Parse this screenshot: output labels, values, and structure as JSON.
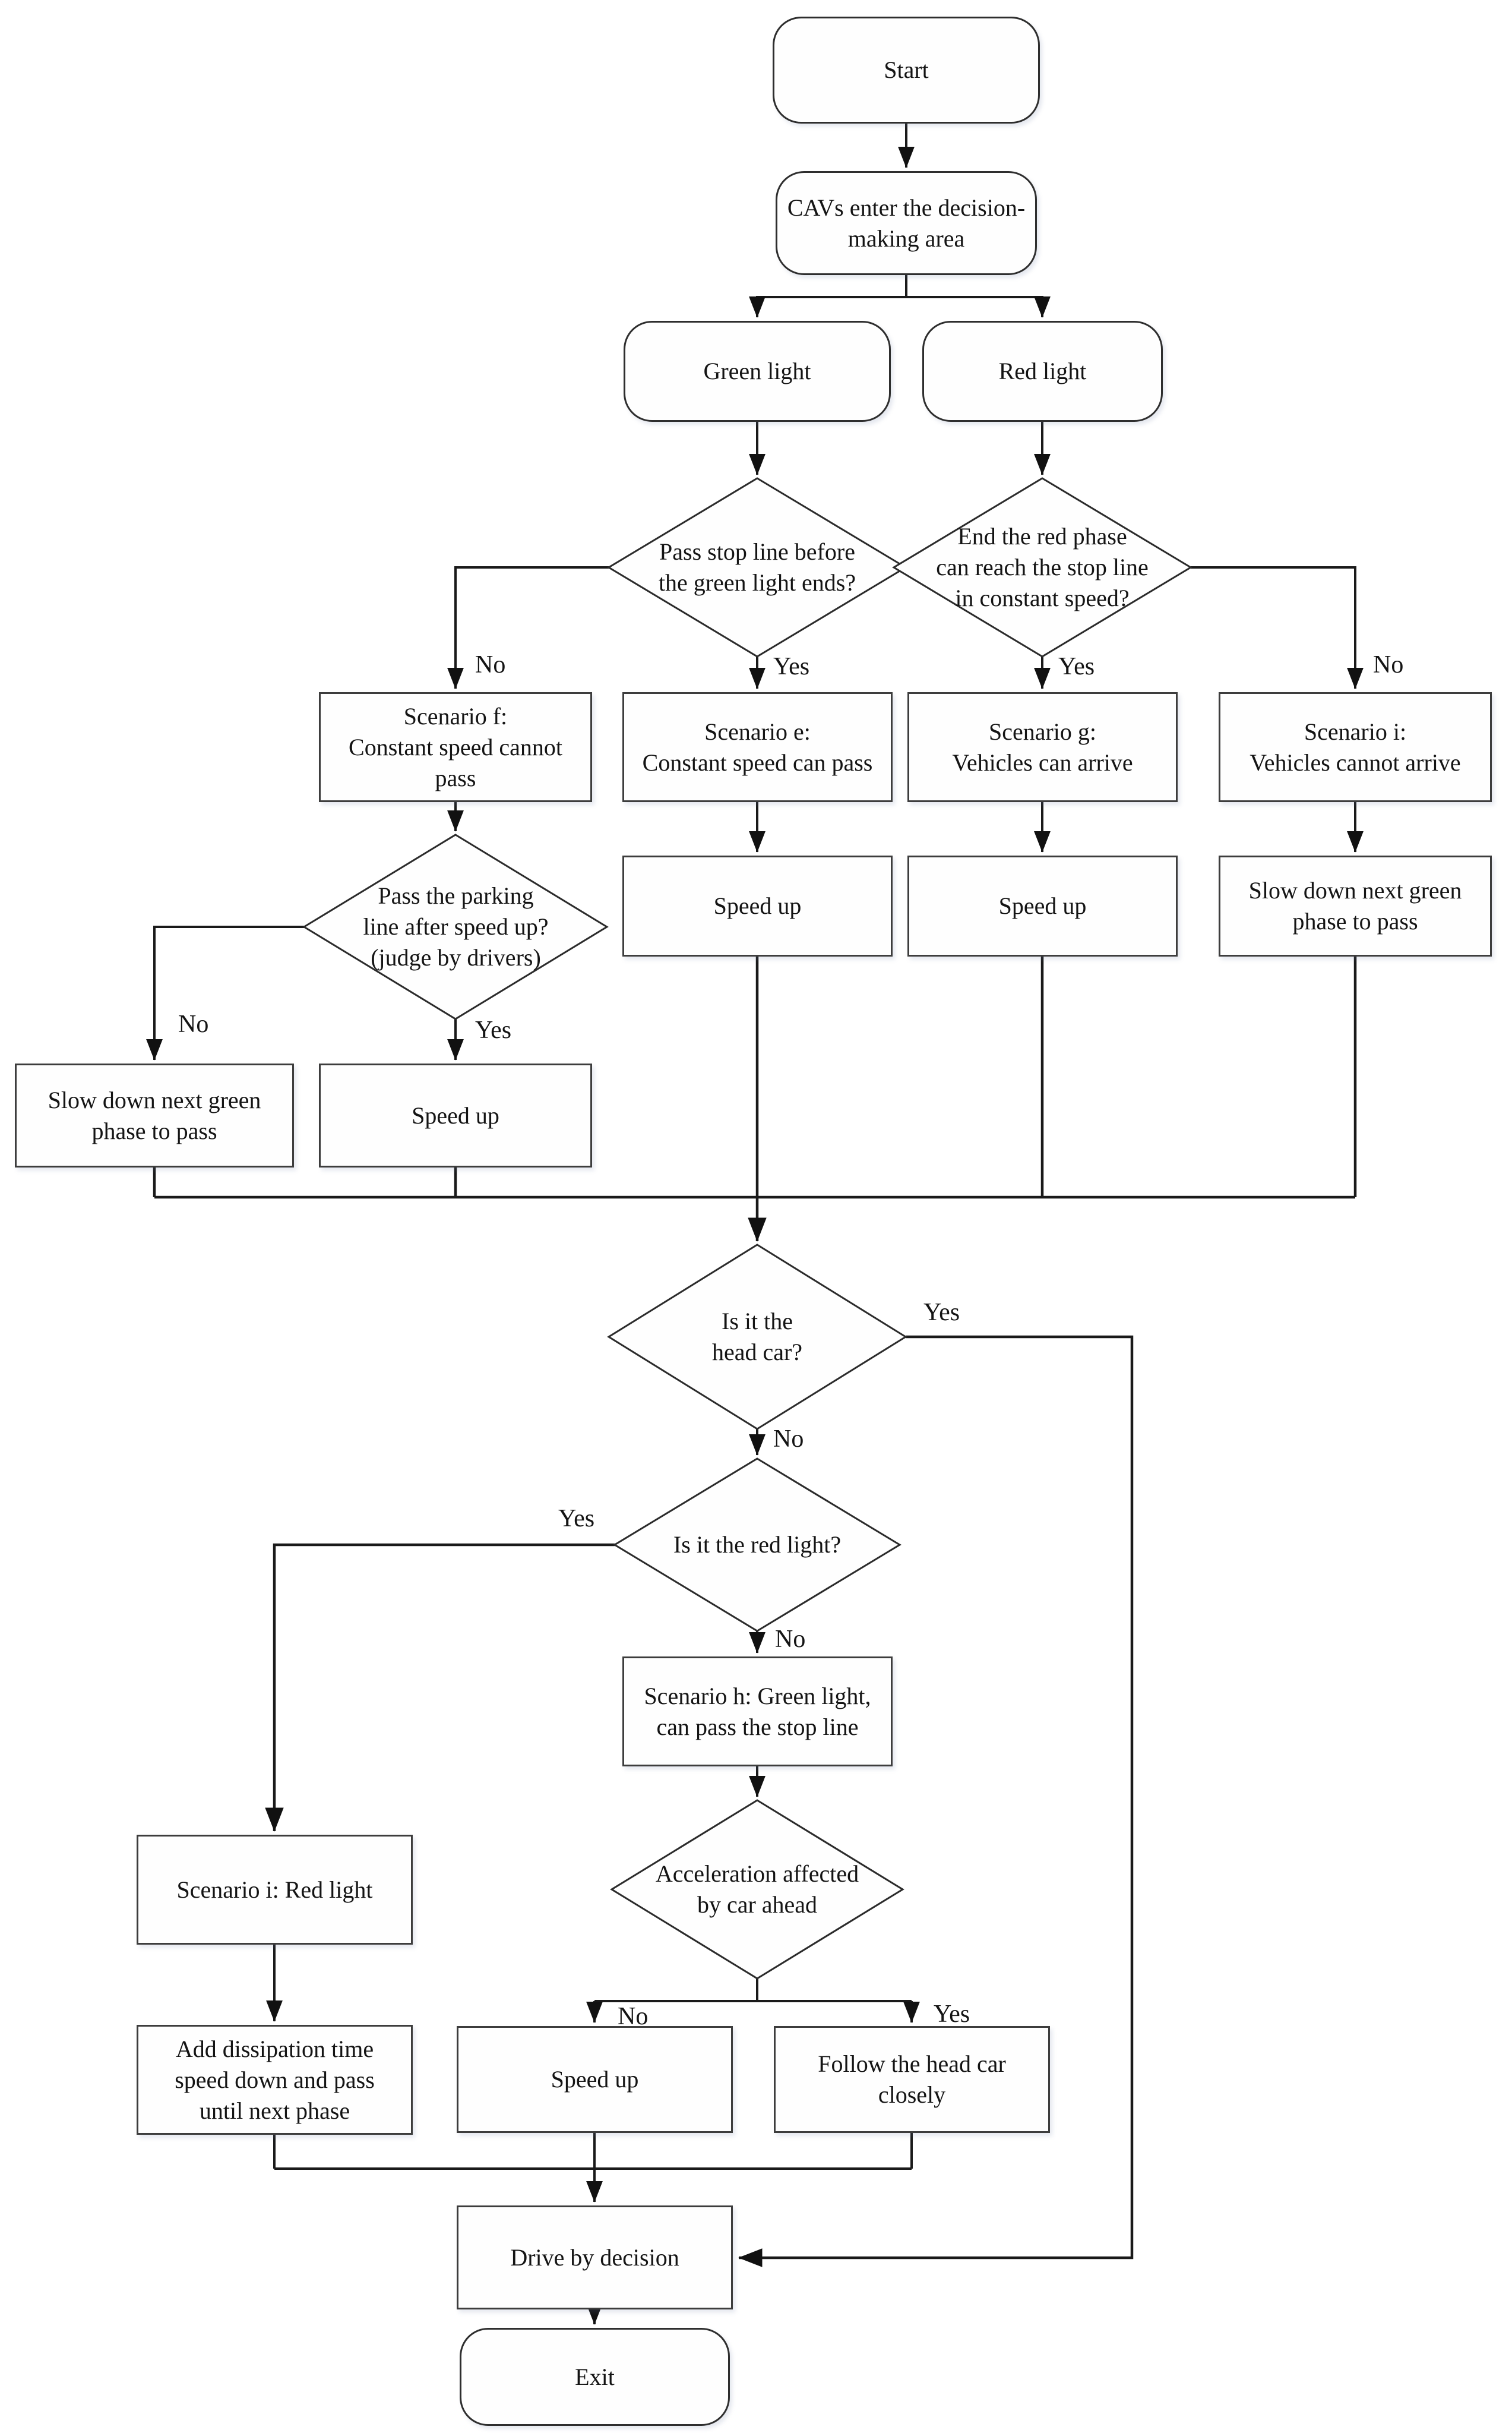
{
  "labels": {
    "yes": "Yes",
    "no": "No"
  },
  "nodes": {
    "start": {
      "label": "Start"
    },
    "cavs": {
      "label": "CAVs enter the decision-\nmaking area"
    },
    "green_light": {
      "label": "Green light"
    },
    "red_light": {
      "label": "Red light"
    },
    "d_pass_stop_line": {
      "label": "Pass stop line before\nthe green light ends?"
    },
    "d_end_red_phase": {
      "label": "End the red phase\ncan reach the stop line\nin constant speed?"
    },
    "scenario_f": {
      "label": "Scenario f:\nConstant speed cannot\npass"
    },
    "scenario_e": {
      "label": "Scenario e:\nConstant speed can pass"
    },
    "scenario_g": {
      "label": "Scenario g:\nVehicles can arrive"
    },
    "scenario_i_arrive": {
      "label": "Scenario i:\nVehicles cannot arrive"
    },
    "d_parking_line": {
      "label": "Pass the parking\nline after speed up?\n(judge by drivers)"
    },
    "speed_up_e": {
      "label": "Speed up"
    },
    "speed_up_g": {
      "label": "Speed up"
    },
    "slow_down_i": {
      "label": "Slow down next green\nphase to pass"
    },
    "slow_down_no": {
      "label": "Slow down next green\nphase to pass"
    },
    "speed_up_judge": {
      "label": "Speed up"
    },
    "d_head_car": {
      "label": "Is it the\nhead car?"
    },
    "d_red_light": {
      "label": "Is it the red light?"
    },
    "scenario_h": {
      "label": "Scenario h: Green light,\ncan pass the stop line"
    },
    "d_acceleration": {
      "label": "Acceleration affected\nby car ahead"
    },
    "scenario_i_red": {
      "label": "Scenario i: Red light"
    },
    "add_dissipation": {
      "label": "Add dissipation time\nspeed down and pass\nuntil next phase"
    },
    "speed_up_h": {
      "label": "Speed up"
    },
    "follow_head_car": {
      "label": "Follow the head car\nclosely"
    },
    "drive_by_decision": {
      "label": "Drive by decision"
    },
    "exit": {
      "label": "Exit"
    }
  }
}
